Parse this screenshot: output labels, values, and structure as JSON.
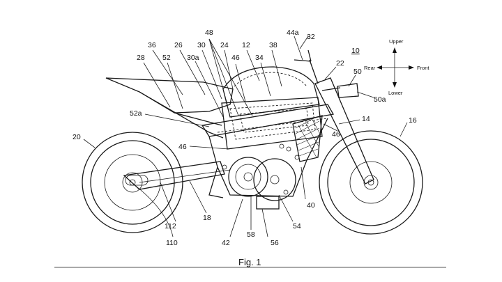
{
  "figure": {
    "caption": "Fig. 1",
    "assembly_ref": "10",
    "compass": {
      "up": "Upper",
      "down": "Lower",
      "left": "Rear",
      "right": "Front"
    },
    "labels": [
      {
        "id": "l48",
        "text": "48"
      },
      {
        "id": "l44a",
        "text": "44a"
      },
      {
        "id": "l32",
        "text": "32"
      },
      {
        "id": "l36",
        "text": "36"
      },
      {
        "id": "l26",
        "text": "26"
      },
      {
        "id": "l30",
        "text": "30"
      },
      {
        "id": "l24",
        "text": "24"
      },
      {
        "id": "l12",
        "text": "12"
      },
      {
        "id": "l38",
        "text": "38"
      },
      {
        "id": "l28",
        "text": "28"
      },
      {
        "id": "l52",
        "text": "52"
      },
      {
        "id": "l30a",
        "text": "30a"
      },
      {
        "id": "l46a",
        "text": "46"
      },
      {
        "id": "l34",
        "text": "34"
      },
      {
        "id": "l22",
        "text": "22"
      },
      {
        "id": "l50",
        "text": "50"
      },
      {
        "id": "l50a",
        "text": "50a"
      },
      {
        "id": "l52a",
        "text": "52a"
      },
      {
        "id": "l14",
        "text": "14"
      },
      {
        "id": "l16",
        "text": "16"
      },
      {
        "id": "l46b",
        "text": "46"
      },
      {
        "id": "l20",
        "text": "20"
      },
      {
        "id": "l46c",
        "text": "46"
      },
      {
        "id": "l40",
        "text": "40"
      },
      {
        "id": "l112",
        "text": "112"
      },
      {
        "id": "l18",
        "text": "18"
      },
      {
        "id": "l54",
        "text": "54"
      },
      {
        "id": "l58",
        "text": "58"
      },
      {
        "id": "l42",
        "text": "42"
      },
      {
        "id": "l56",
        "text": "56"
      },
      {
        "id": "l110",
        "text": "110"
      }
    ]
  }
}
